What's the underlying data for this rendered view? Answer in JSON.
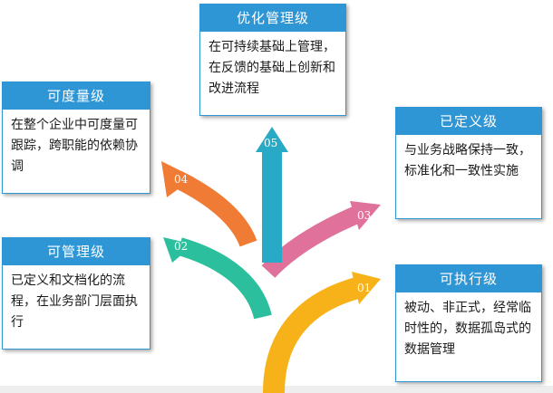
{
  "levels": {
    "optimized": {
      "title": "优化管理级",
      "desc": "在可持续基础上管理，在反馈的基础上创新和改进流程",
      "number": "05"
    },
    "measurable": {
      "title": "可度量级",
      "desc": "在整个企业中可度量可跟踪，跨职能的依赖协调",
      "number": "04"
    },
    "defined": {
      "title": "已定义级",
      "desc": "与业务战略保持一致，标准化和一致性实施",
      "number": "03"
    },
    "managed": {
      "title": "可管理级",
      "desc": "已定义和文档化的流程，在业务部门层面执行",
      "number": "02"
    },
    "executable": {
      "title": "可执行级",
      "desc": "被动、非正式，经常临时性的，数据孤岛式的数据管理",
      "number": "01"
    }
  },
  "colors": {
    "card_blue": "#2f96d6",
    "arrow_01": "#f7b21a",
    "arrow_02": "#2cbf9e",
    "arrow_03": "#e0719a",
    "arrow_04": "#f07b34",
    "arrow_05": "#28a9c5"
  }
}
